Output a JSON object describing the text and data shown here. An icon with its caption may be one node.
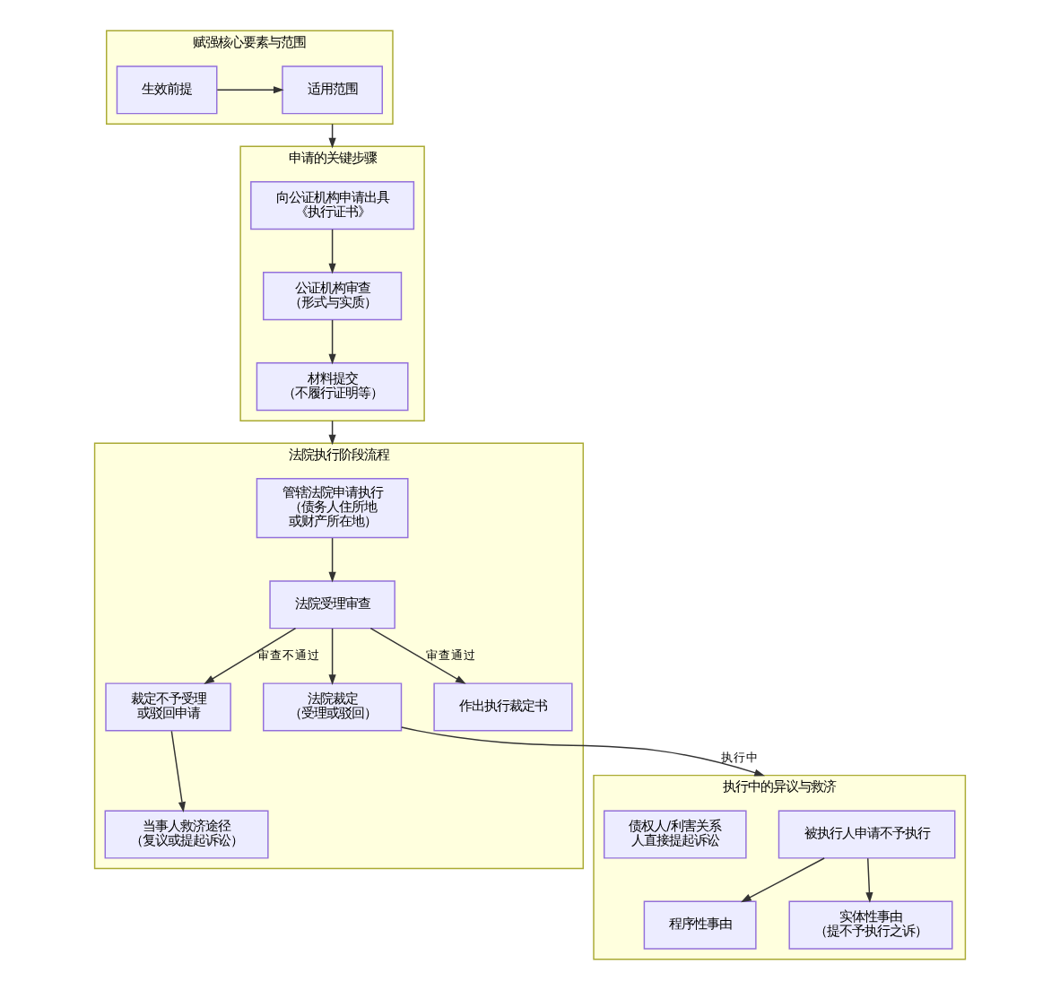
{
  "diagram": {
    "nodes": [
      {
        "text": [
          "赋强核心要素与范围"
        ]
      },
      {
        "text": [
          "生效前提"
        ],
        "in": 0
      },
      {
        "text": [
          "适用范围"
        ],
        "in": 0
      },
      {
        "text": [
          "申请的关键步骤"
        ]
      },
      {
        "text": [
          "向公证机构申请出具《执行证书》"
        ],
        "in": 3
      },
      {
        "text": [
          "公证机构审查（形式与实质）"
        ],
        "in": 3
      },
      {
        "text": [
          "材料提交（不履行证明等）"
        ],
        "in": 3
      },
      {
        "text": [
          "法院执行阶段流程"
        ]
      },
      {
        "text": [
          "管辖法院申请执行（债务人住所地或财产所在地）"
        ],
        "in": 7
      },
      {
        "text": [
          "法院受理审查"
        ],
        "in": 7
      },
      {
        "text": [
          "法院裁定（受理或驳回）"
        ],
        "in": 7
      },
      {
        "text": [
          "裁定不予受理或驳回申请"
        ],
        "in": 7
      },
      {
        "text": [
          "作出执行裁定书"
        ],
        "in": 7
      },
      {
        "text": [
          "当事人救济途径（复议或提起诉讼）"
        ],
        "in": 7
      },
      {
        "text": [
          "执行中的异议与救济"
        ]
      },
      {
        "text": [
          "被执行人申请不予执行"
        ],
        "in": 14
      },
      {
        "text": [
          "程序性事由"
        ],
        "in": 14
      },
      {
        "text": [
          "实体性事由（提不予执行之诉）"
        ],
        "in": 14
      },
      {
        "text": [
          "债权人/利害关系人直接提起诉讼"
        ],
        "in": 14
      }
    ],
    "edges": [
      {
        "from": 1,
        "to": 2,
        "arrow": "to"
      },
      {
        "from": 0,
        "to": 3,
        "arrow": "to"
      },
      {
        "from": 4,
        "to": 5,
        "arrow": "to"
      },
      {
        "from": 5,
        "to": 6,
        "arrow": "to"
      },
      {
        "from": 3,
        "to": 7,
        "arrow": "to"
      },
      {
        "from": 8,
        "to": 9,
        "arrow": "to"
      },
      {
        "from": 9,
        "to": 10,
        "arrow": "to"
      },
      {
        "from": 9,
        "to": 11,
        "label": "审查不通过",
        "arrow": "to"
      },
      {
        "from": 9,
        "to": 12,
        "label": "审查通过",
        "arrow": "to"
      },
      {
        "from": 10,
        "to": 14,
        "label": "执行中",
        "arrow": "to"
      },
      {
        "from": 11,
        "to": 13,
        "arrow": "to"
      },
      {
        "from": 15,
        "to": 16,
        "arrow": "to"
      },
      {
        "from": 15,
        "to": 17,
        "arrow": "to"
      }
    ]
  }
}
